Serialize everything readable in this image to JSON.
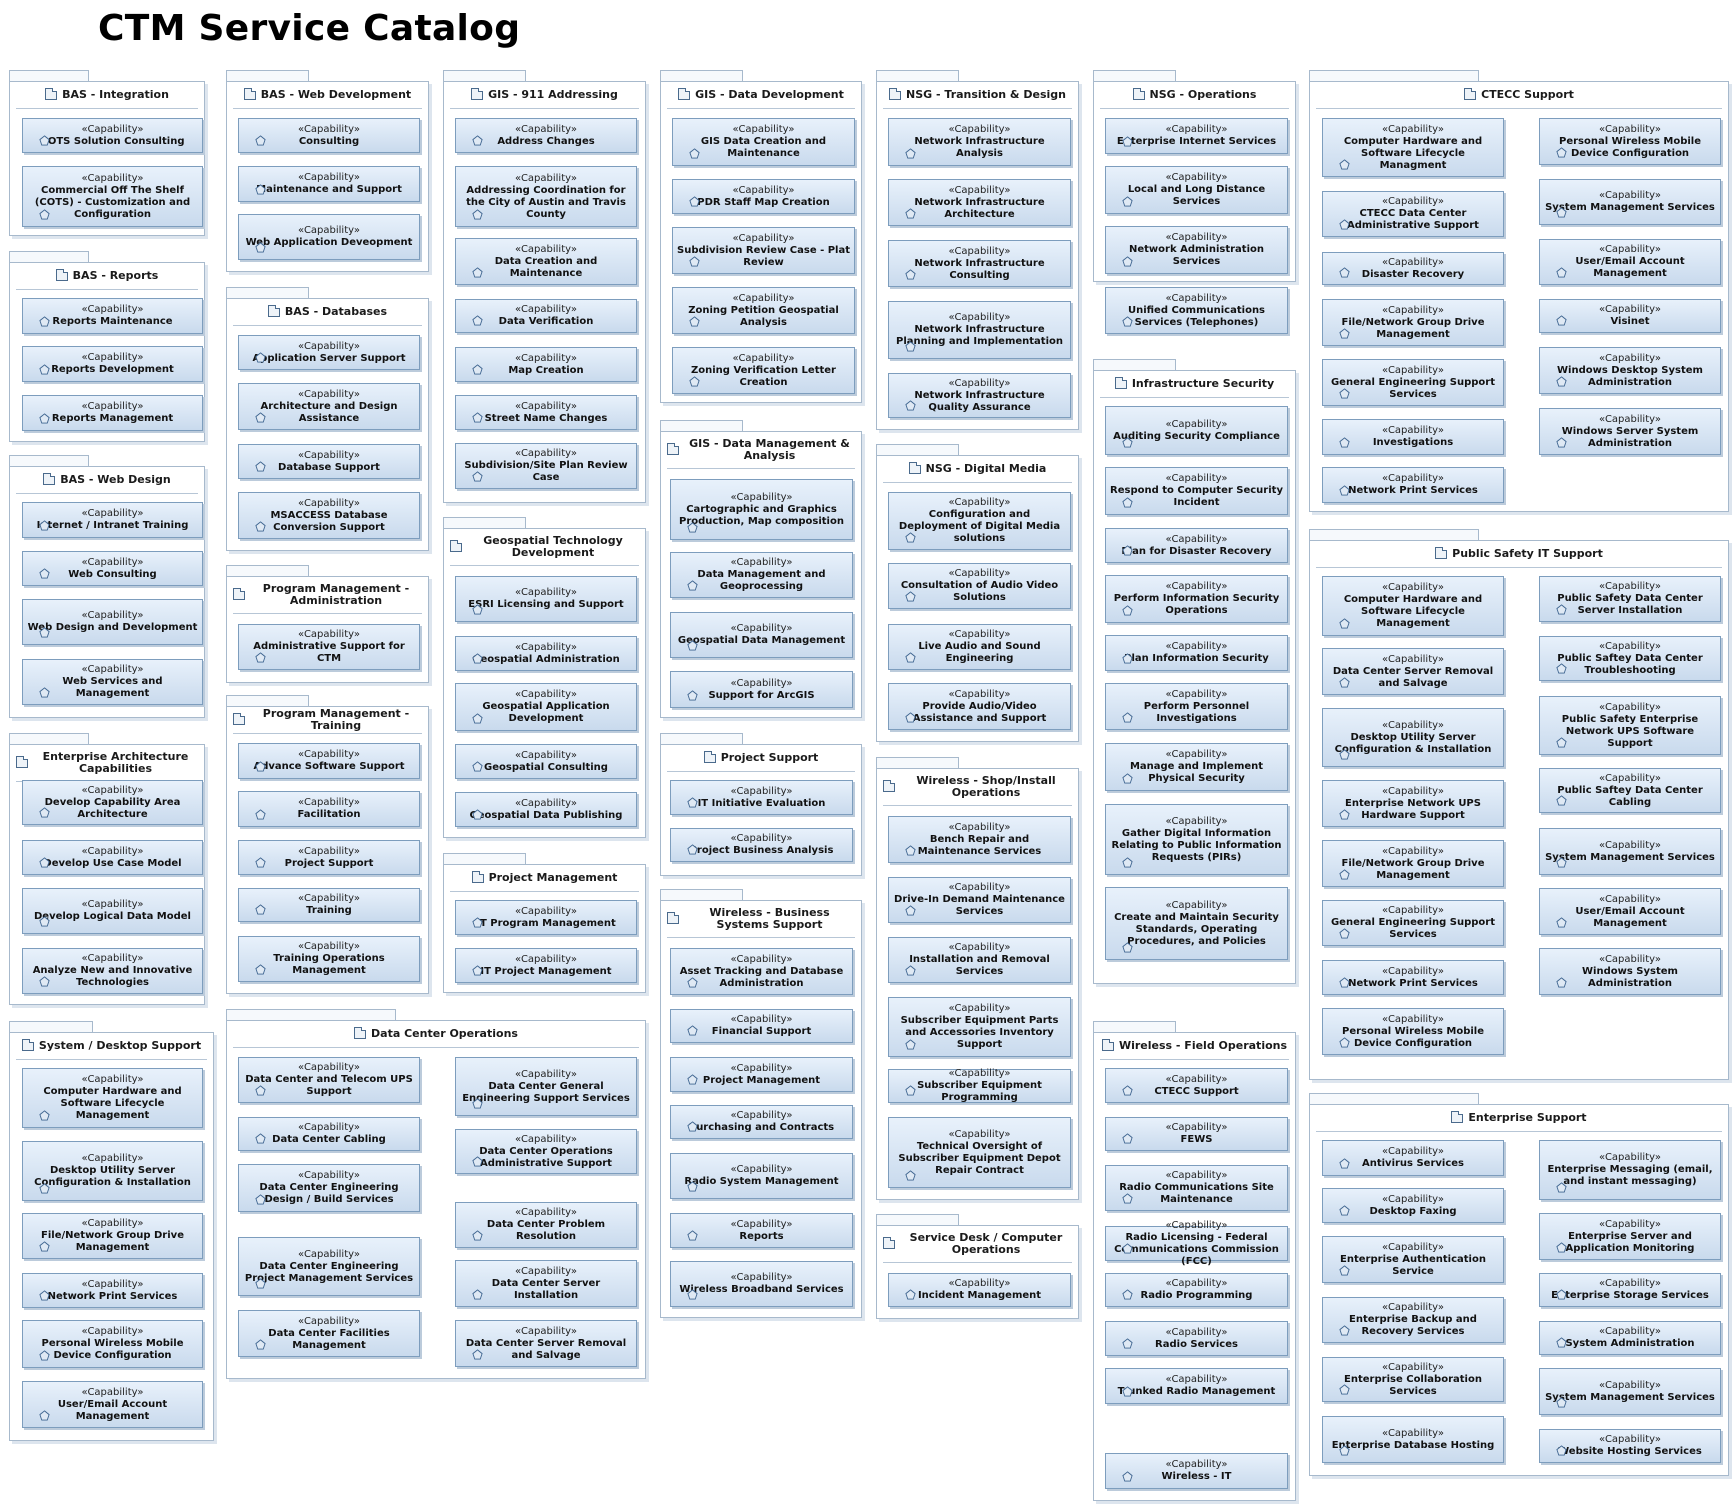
{
  "title": "CTM Service Catalog",
  "stereotype": "«Capability»",
  "packages": [
    {
      "name": "BAS - Integration",
      "caps": [
        "COTS Solution Consulting",
        "Commercial Off The Shelf (COTS) - Customization and Configuration"
      ]
    },
    {
      "name": "BAS - Reports",
      "caps": [
        "Reports Maintenance",
        "Reports Development",
        "Reports Management"
      ]
    },
    {
      "name": "BAS - Web Design",
      "caps": [
        "Internet / Intranet Training",
        "Web Consulting",
        "Web Design and Development",
        "Web Services and Management"
      ]
    },
    {
      "name": "Enterprise Architecture Capabilities",
      "caps": [
        "Develop Capability Area Architecture",
        "Develop Use Case Model",
        "Develop Logical Data Model",
        "Analyze New and Innovative Technologies"
      ]
    },
    {
      "name": "System / Desktop Support",
      "caps": [
        "Computer Hardware and Software Lifecycle Management",
        "Desktop Utility Server Configuration & Installation",
        "File/Network Group Drive Management",
        "Network Print Services",
        "Personal Wireless Mobile Device Configuration",
        "User/Email Account Management"
      ]
    },
    {
      "name": "BAS - Web Development",
      "caps": [
        "Consulting",
        "Maintenance and Support",
        "Web Application Deveopment"
      ]
    },
    {
      "name": "BAS - Databases",
      "caps": [
        "Application Server Support",
        "Architecture and Design Assistance",
        "Database Support",
        "MSACCESS Database Conversion Support"
      ]
    },
    {
      "name": "Program Management - Administration",
      "caps": [
        "Administrative Support for CTM"
      ]
    },
    {
      "name": "Program Management - Training",
      "caps": [
        "Advance Software Support",
        "Facilitation",
        "Project Support",
        "Training",
        "Training Operations Management"
      ]
    },
    {
      "name": "Data Center Operations",
      "caps": [
        "Data Center and Telecom UPS Support",
        "Data Center Cabling",
        "Data Center Engineering Design / Build Services",
        "Data Center Engineering Project Management Services",
        "Data Center Facilities Management",
        "Data Center General Engineering Support Services",
        "Data Center Operations Administrative Support",
        "Data Center Problem Resolution",
        "Data Center Server Installation",
        "Data Center Server Removal and Salvage"
      ]
    },
    {
      "name": "GIS - 911 Addressing",
      "caps": [
        "Address Changes",
        "Addressing Coordination for the City of Austin and Travis County",
        "Data Creation and Maintenance",
        "Data Verification",
        "Map Creation",
        "Street Name Changes",
        "Subdivision/Site Plan Review Case"
      ]
    },
    {
      "name": "Geospatial Technology Development",
      "caps": [
        "ESRI Licensing and Support",
        "Geospatial Administration",
        "Geospatial Application Development",
        "Geospatial Consulting",
        "Geospatial Data Publishing"
      ]
    },
    {
      "name": "Project Management",
      "caps": [
        "IT Program Management",
        "IT Project Management"
      ]
    },
    {
      "name": "GIS - Data Development",
      "caps": [
        "GIS Data Creation and Maintenance",
        "PDR Staff Map Creation",
        "Subdivision Review Case - Plat Review",
        "Zoning Petition Geospatial Analysis",
        "Zoning Verification Letter Creation"
      ]
    },
    {
      "name": "GIS - Data Management & Analysis",
      "caps": [
        "Cartographic and Graphics Production, Map composition",
        "Data Management and Geoprocessing",
        "Geospatial Data Management",
        "Support for ArcGIS"
      ]
    },
    {
      "name": "Project Support",
      "caps": [
        "IT Initiative Evaluation",
        "Project Business Analysis"
      ]
    },
    {
      "name": "Wireless - Business Systems Support",
      "caps": [
        "Asset Tracking and Database Administration",
        "Financial Support",
        "Project Management",
        "Purchasing and Contracts",
        "Radio System Management",
        "Reports",
        "Wireless Broadband Services"
      ]
    },
    {
      "name": "NSG - Transition & Design",
      "caps": [
        "Network Infrastructure Analysis",
        "Network Infrastructure Architecture",
        "Network Infrastructure Consulting",
        "Network Infrastructure Planning and Implementation",
        "Network Infrastructure Quality Assurance"
      ]
    },
    {
      "name": "NSG - Digital Media",
      "caps": [
        "Configuration and Deployment of Digital Media solutions",
        "Consultation of Audio Video Solutions",
        "Live Audio and Sound Engineering",
        "Provide Audio/Video Assistance and Support"
      ]
    },
    {
      "name": "Wireless - Shop/Install Operations",
      "caps": [
        "Bench Repair and Maintenance Services",
        "Drive-In Demand Maintenance Services",
        "Installation and Removal Services",
        "Subscriber Equipment Parts and Accessories Inventory Support",
        "Subscriber Equipment Programming",
        "Technical Oversight of Subscriber Equipment Depot Repair Contract"
      ]
    },
    {
      "name": "Service Desk / Computer Operations",
      "caps": [
        "Incident Management"
      ]
    },
    {
      "name": "NSG - Operations",
      "caps": [
        "Enterprise Internet Services",
        "Local and Long Distance Services",
        "Network Administration Services",
        "Unified Communications Services (Telephones)"
      ]
    },
    {
      "name": "Infrastructure Security",
      "caps": [
        "Auditing Security Compliance",
        "Respond to Computer Security Incident",
        "Plan for Disaster Recovery",
        "Perform Information Security Operations",
        "Plan Information Security",
        "Perform Personnel Investigations",
        "Manage and Implement Physical Security",
        "Gather Digital Information Relating to Public Information Requests (PIRs)",
        "Create and Maintain Security Standards, Operating Procedures, and Policies"
      ]
    },
    {
      "name": "Wireless - Field Operations",
      "caps": [
        "CTECC Support",
        "FEWS",
        "Radio Communications Site Maintenance",
        "Radio Licensing - Federal Communications Commission (FCC)",
        "Radio Programming",
        "Radio Services",
        "Trunked Radio Management",
        "Wireless - IT"
      ]
    },
    {
      "name": "CTECC Support",
      "caps": [
        "Computer Hardware and Software Lifecycle Managment",
        "CTECC Data Center Administrative Support",
        "Disaster Recovery",
        "File/Network Group Drive Management",
        "General Engineering Support Services",
        "Investigations",
        "Network Print Services",
        "Personal Wireless Mobile Device Configuration",
        "System Management Services",
        "User/Email Account Management",
        "Visinet",
        "Windows Desktop System Administration",
        "Windows Server System Administration"
      ]
    },
    {
      "name": "Public Safety IT Support",
      "caps": [
        "Computer Hardware and Software Lifecycle Management",
        "Data Center Server Removal and Salvage",
        "Desktop Utility Server Configuration & Installation",
        "Enterprise Network UPS Hardware Support",
        "File/Network Group Drive Management",
        "General Engineering Support Services",
        "Network Print Services",
        "Personal Wireless Mobile Device Configuration",
        "Public Safety Data Center Server Installation",
        "Public Saftey Data Center Troubleshooting",
        "Public Safety Enterprise Network UPS Software Support",
        "Public Saftey Data Center Cabling",
        "System Management Services",
        "User/Email Account Management",
        "Windows System Administration"
      ]
    },
    {
      "name": "Enterprise Support",
      "caps": [
        "Antivirus Services",
        "Desktop Faxing",
        "Enterprise Authentication Service",
        "Enterprise Backup and Recovery Services",
        "Enterprise Collaboration Services",
        "Enterprise Database Hosting",
        "Enterprise Messaging (email, and instant messaging)",
        "Enterprise Server and Application Monitoring",
        "Enterprise Storage Services",
        "System Administration",
        "System Management Services",
        "Website Hosting Services"
      ]
    }
  ]
}
